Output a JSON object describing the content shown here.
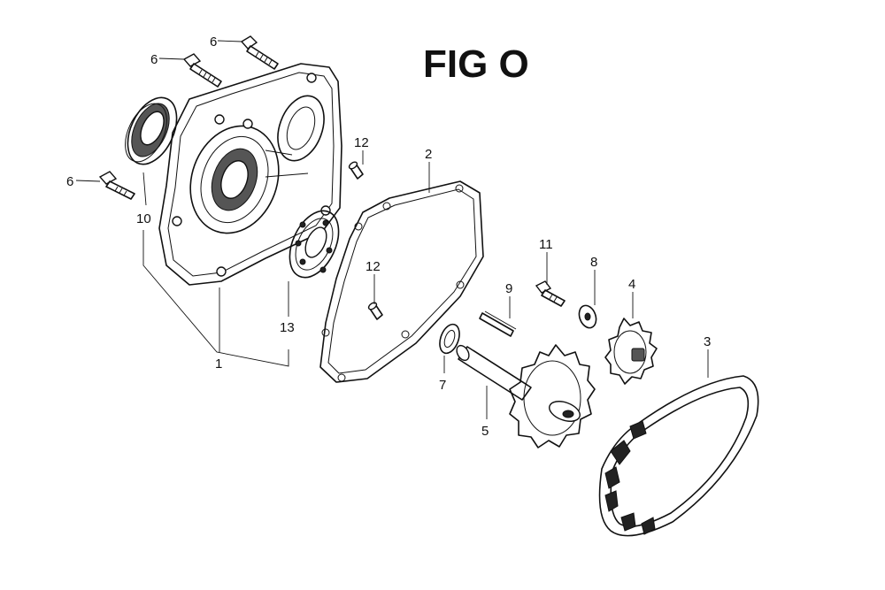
{
  "figure": {
    "title": "FIG O"
  },
  "callouts": {
    "c1": "1",
    "c2": "2",
    "c3": "3",
    "c4": "4",
    "c5": "5",
    "c7": "7",
    "c8": "8",
    "c9": "9",
    "c10": "10",
    "c11": "11",
    "c12a": "12",
    "c12b": "12",
    "c13": "13",
    "c6a": "6",
    "c6b": "6",
    "c6c": "6"
  }
}
